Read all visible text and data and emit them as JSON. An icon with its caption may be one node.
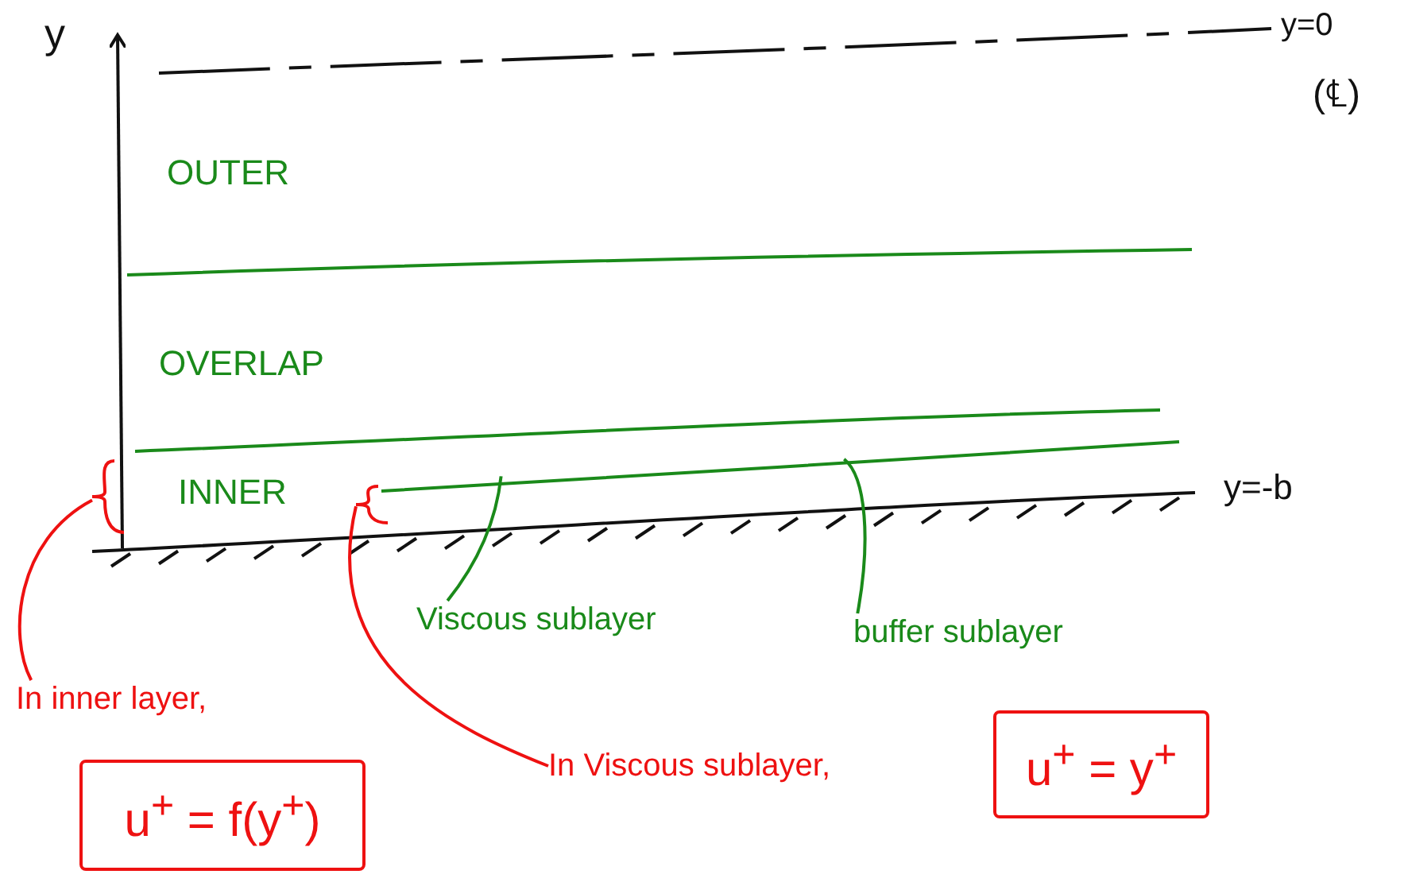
{
  "diagram": {
    "nodes": [
      {
        "text": [
          "In inner layer,"
        ]
      },
      {
        "text": [
          "u$^{+}$ = f(y$^{+}$)"
        ]
      },
      {
        "text": [
          "In Viscous sublayer,"
        ]
      },
      {
        "text": [
          "u$^{+}$ = y$^{+}$"
        ]
      },
      {
        "text": [
          "Viscous sublayer"
        ]
      },
      {
        "text": [
          "buffer sublayer"
        ]
      },
      {
        "text": [],
        "shape": "brace"
      },
      {
        "text": [],
        "shape": "brace"
      },
      {
        "text": [],
        "shape": "line"
      }
    ],
    "edges": [
      {
        "from": 0,
        "to": 6,
        "arrow": "none"
      },
      {
        "from": 2,
        "to": 7,
        "arrow": "none"
      },
      {
        "from": 4,
        "to": 8,
        "arrow": "none",
        "color": "#1a8a1a"
      },
      {
        "from": 5,
        "to": 8,
        "arrow": "none",
        "color": "#1a8a1a"
      }
    ],
    "labels": [
      "y",
      "y=0",
      "(℄)",
      "OUTER",
      "OVERLAP",
      "INNER",
      "y=-b"
    ]
  }
}
